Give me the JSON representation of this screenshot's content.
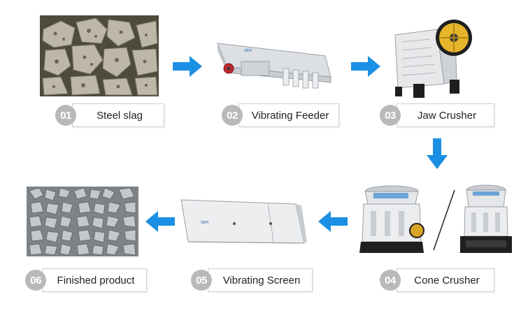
{
  "steps": [
    {
      "number": "01",
      "label": "Steel slag",
      "image": "steel-slag-rocks"
    },
    {
      "number": "02",
      "label": "Vibrating Feeder",
      "image": "vibrating-feeder-machine"
    },
    {
      "number": "03",
      "label": "Jaw Crusher",
      "image": "jaw-crusher-machine"
    },
    {
      "number": "04",
      "label": "Cone Crusher",
      "image": "cone-crusher-machines"
    },
    {
      "number": "05",
      "label": "Vibrating Screen",
      "image": "vibrating-screen-machine"
    },
    {
      "number": "06",
      "label": "Finished product",
      "image": "crushed-stone-aggregate"
    }
  ],
  "colors": {
    "arrow": "#1a8fe3",
    "number_circle": "#b9b9b9",
    "label_border": "#cfcfcf"
  }
}
